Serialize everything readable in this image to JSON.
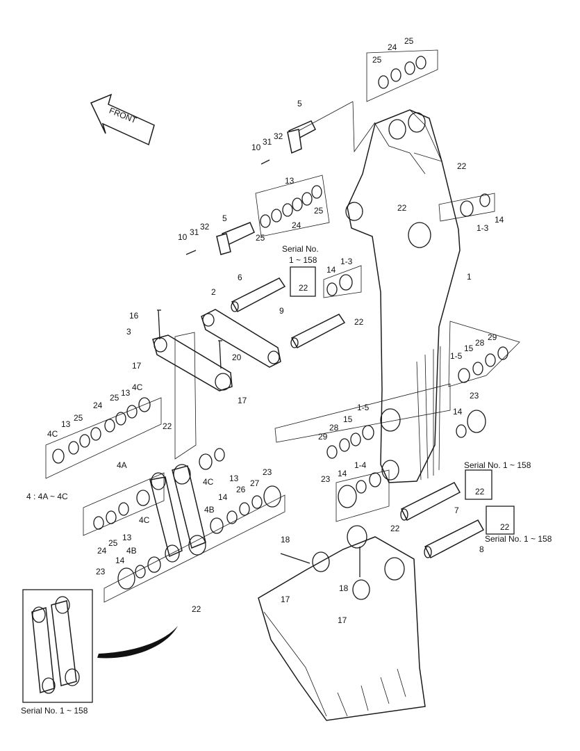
{
  "front_arrow": {
    "label": "FRONT"
  },
  "serial_notes": [
    {
      "text": "Serial No.\n1 ~ 158"
    },
    {
      "text": "Serial No. 1 ~ 158"
    },
    {
      "text": "Serial No. 1 ~ 158"
    },
    {
      "text": "Serial No. 1 ~ 158"
    }
  ],
  "group_note": "4 : 4A ~ 4C",
  "callouts": [
    "25",
    "24",
    "25",
    "5",
    "10",
    "31",
    "32",
    "13",
    "25",
    "24",
    "25",
    "5",
    "10",
    "31",
    "32",
    "22",
    "14",
    "1-3",
    "22",
    "1",
    "Serial No.",
    "1 ~ 158",
    "14",
    "1-3",
    "22",
    "6",
    "2",
    "9",
    "22",
    "16",
    "3",
    "20",
    "17",
    "17",
    "29",
    "28",
    "15",
    "1-5",
    "23",
    "14",
    "4C",
    "25",
    "13",
    "24",
    "25",
    "13",
    "4C",
    "22",
    "1-5",
    "15",
    "28",
    "29",
    "1-4",
    "14",
    "23",
    "4A",
    "4C",
    "13",
    "23",
    "27",
    "26",
    "14",
    "4B",
    "24",
    "25",
    "13",
    "4C",
    "Serial No. 1 ~ 158",
    "22",
    "7",
    "22",
    "22",
    "Serial No. 1 ~ 158",
    "8",
    "18",
    "17",
    "18",
    "17",
    "4B",
    "14",
    "23",
    "22",
    "Serial No. 1 ~ 158"
  ]
}
